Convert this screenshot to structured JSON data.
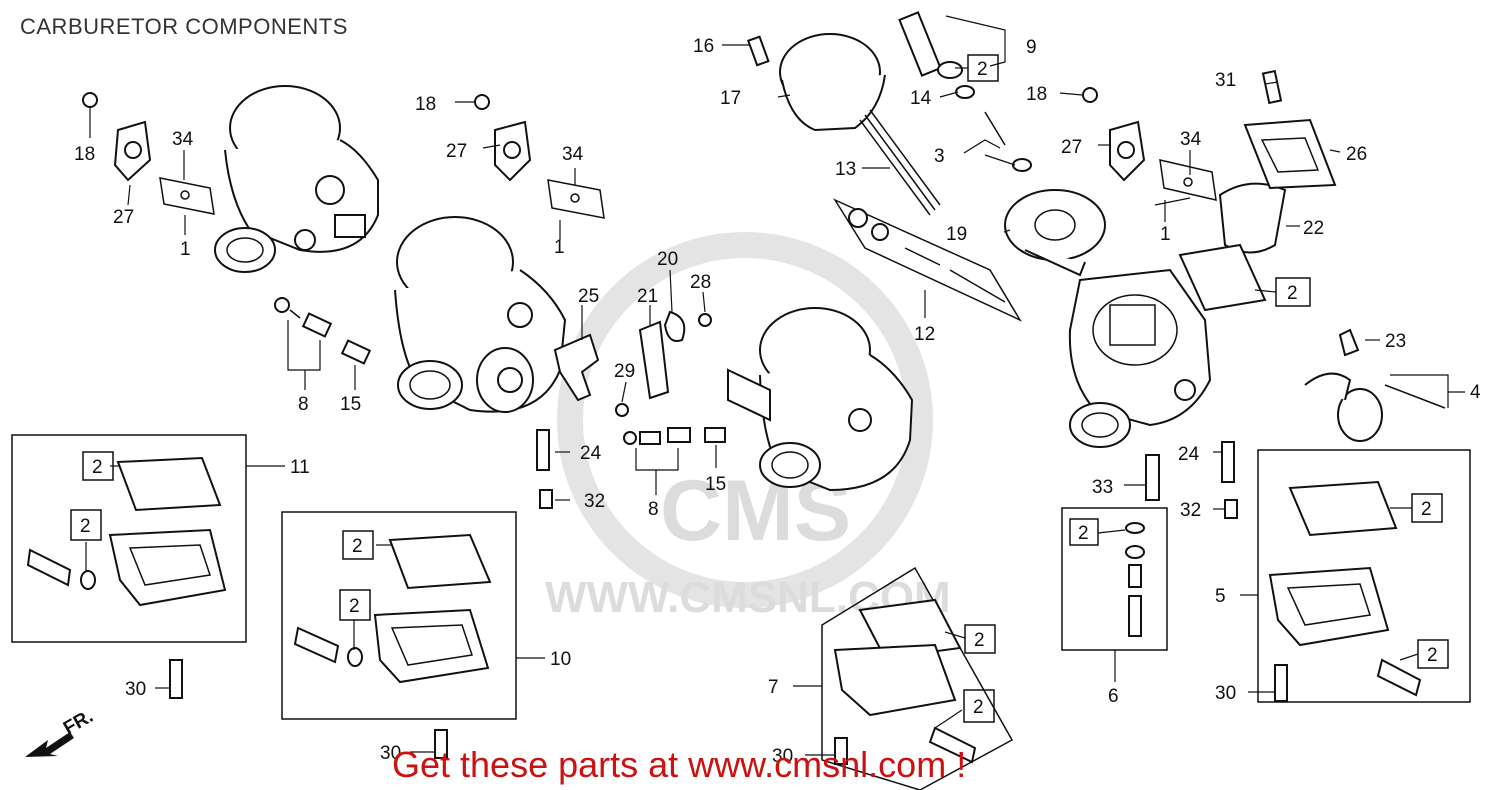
{
  "title": "CARBURETOR COMPONENTS",
  "banner": "Get these parts at www.cmsnl.com !",
  "watermark": {
    "brand": "CMS",
    "url": "WWW.CMSNL.COM"
  },
  "direction_label": "FR.",
  "callouts": {
    "c1a": "1",
    "c1b": "1",
    "c1c": "1",
    "c3": "3",
    "c4": "4",
    "c5": "5",
    "c6": "6",
    "c7": "7",
    "c8a": "8",
    "c8b": "8",
    "c9": "9",
    "c10": "10",
    "c11": "11",
    "c12": "12",
    "c13": "13",
    "c14": "14",
    "c15a": "15",
    "c15b": "15",
    "c16": "16",
    "c17": "17",
    "c18a": "18",
    "c18b": "18",
    "c18c": "18",
    "c19": "19",
    "c20": "20",
    "c21": "21",
    "c22": "22",
    "c23": "23",
    "c24a": "24",
    "c24b": "24",
    "c25": "25",
    "c26": "26",
    "c27a": "27",
    "c27b": "27",
    "c27c": "27",
    "c28": "28",
    "c29": "29",
    "c30a": "30",
    "c30b": "30",
    "c30c": "30",
    "c30d": "30",
    "c31": "31",
    "c32a": "32",
    "c32b": "32",
    "c33": "33",
    "c34a": "34",
    "c34b": "34",
    "c34c": "34"
  },
  "boxed_label": "2",
  "colors": {
    "line": "#111111",
    "banner": "#cc1111",
    "watermark": "#dcdcdc",
    "title": "#333333"
  }
}
